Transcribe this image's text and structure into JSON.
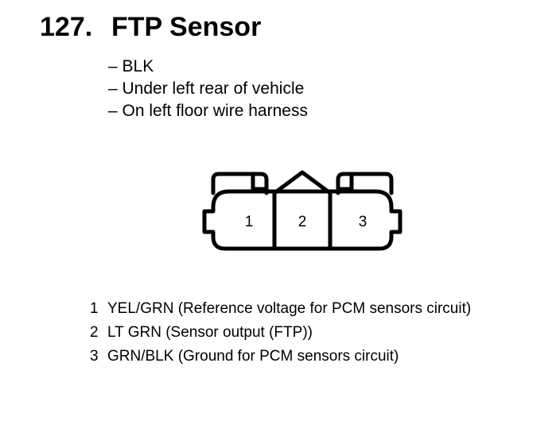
{
  "header": {
    "number": "127.",
    "title": "FTP Sensor"
  },
  "notes": [
    "– BLK",
    "– Under left rear of vehicle",
    "– On left floor wire harness"
  ],
  "connector": {
    "pins": [
      "1",
      "2",
      "3"
    ]
  },
  "pinout": [
    {
      "pin": "1",
      "description": "YEL/GRN (Reference voltage for PCM sensors circuit)"
    },
    {
      "pin": "2",
      "description": "LT GRN (Sensor output (FTP))"
    },
    {
      "pin": "3",
      "description": "GRN/BLK (Ground for PCM sensors circuit)"
    }
  ]
}
